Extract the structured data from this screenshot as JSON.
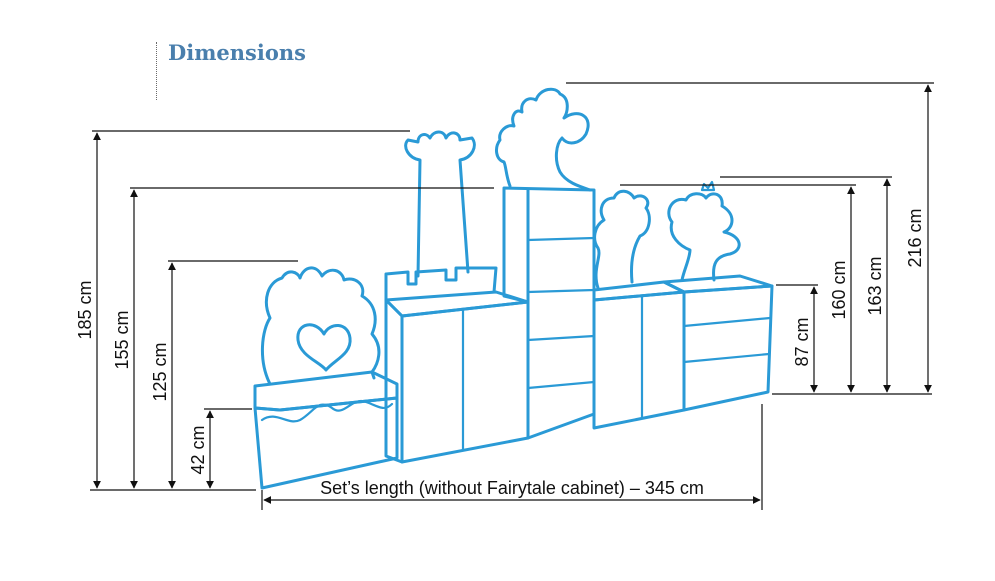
{
  "header": {
    "title": "Dimensions"
  },
  "dimensions": {
    "h185": "185 cm",
    "h155": "155 cm",
    "h125": "125 cm",
    "h42": "42 cm",
    "h87": "87 cm",
    "h160": "160 cm",
    "h163": "163 cm",
    "h216": "216 cm",
    "length": "Set’s length (without Fairytale cabinet) – 345 cm"
  },
  "colors": {
    "furniture": "#2a9ad6",
    "title": "#4a7fad",
    "lines": "#111111"
  }
}
